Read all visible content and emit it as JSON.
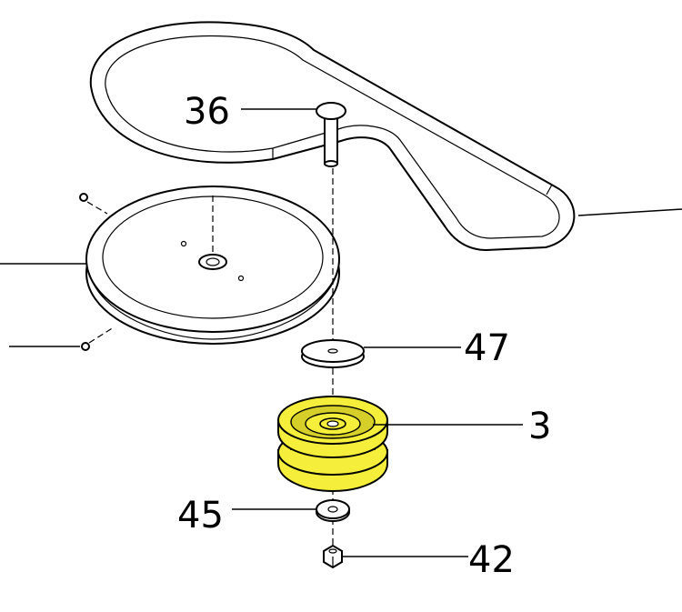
{
  "callouts": {
    "pin": "36",
    "washer_top": "47",
    "idler_pulley": "3",
    "washer_bottom": "45",
    "nut": "42"
  },
  "colors": {
    "highlight": "#f5ef3c",
    "highlight_shade": "#d6cf2a",
    "line": "#000000",
    "background": "#ffffff"
  }
}
